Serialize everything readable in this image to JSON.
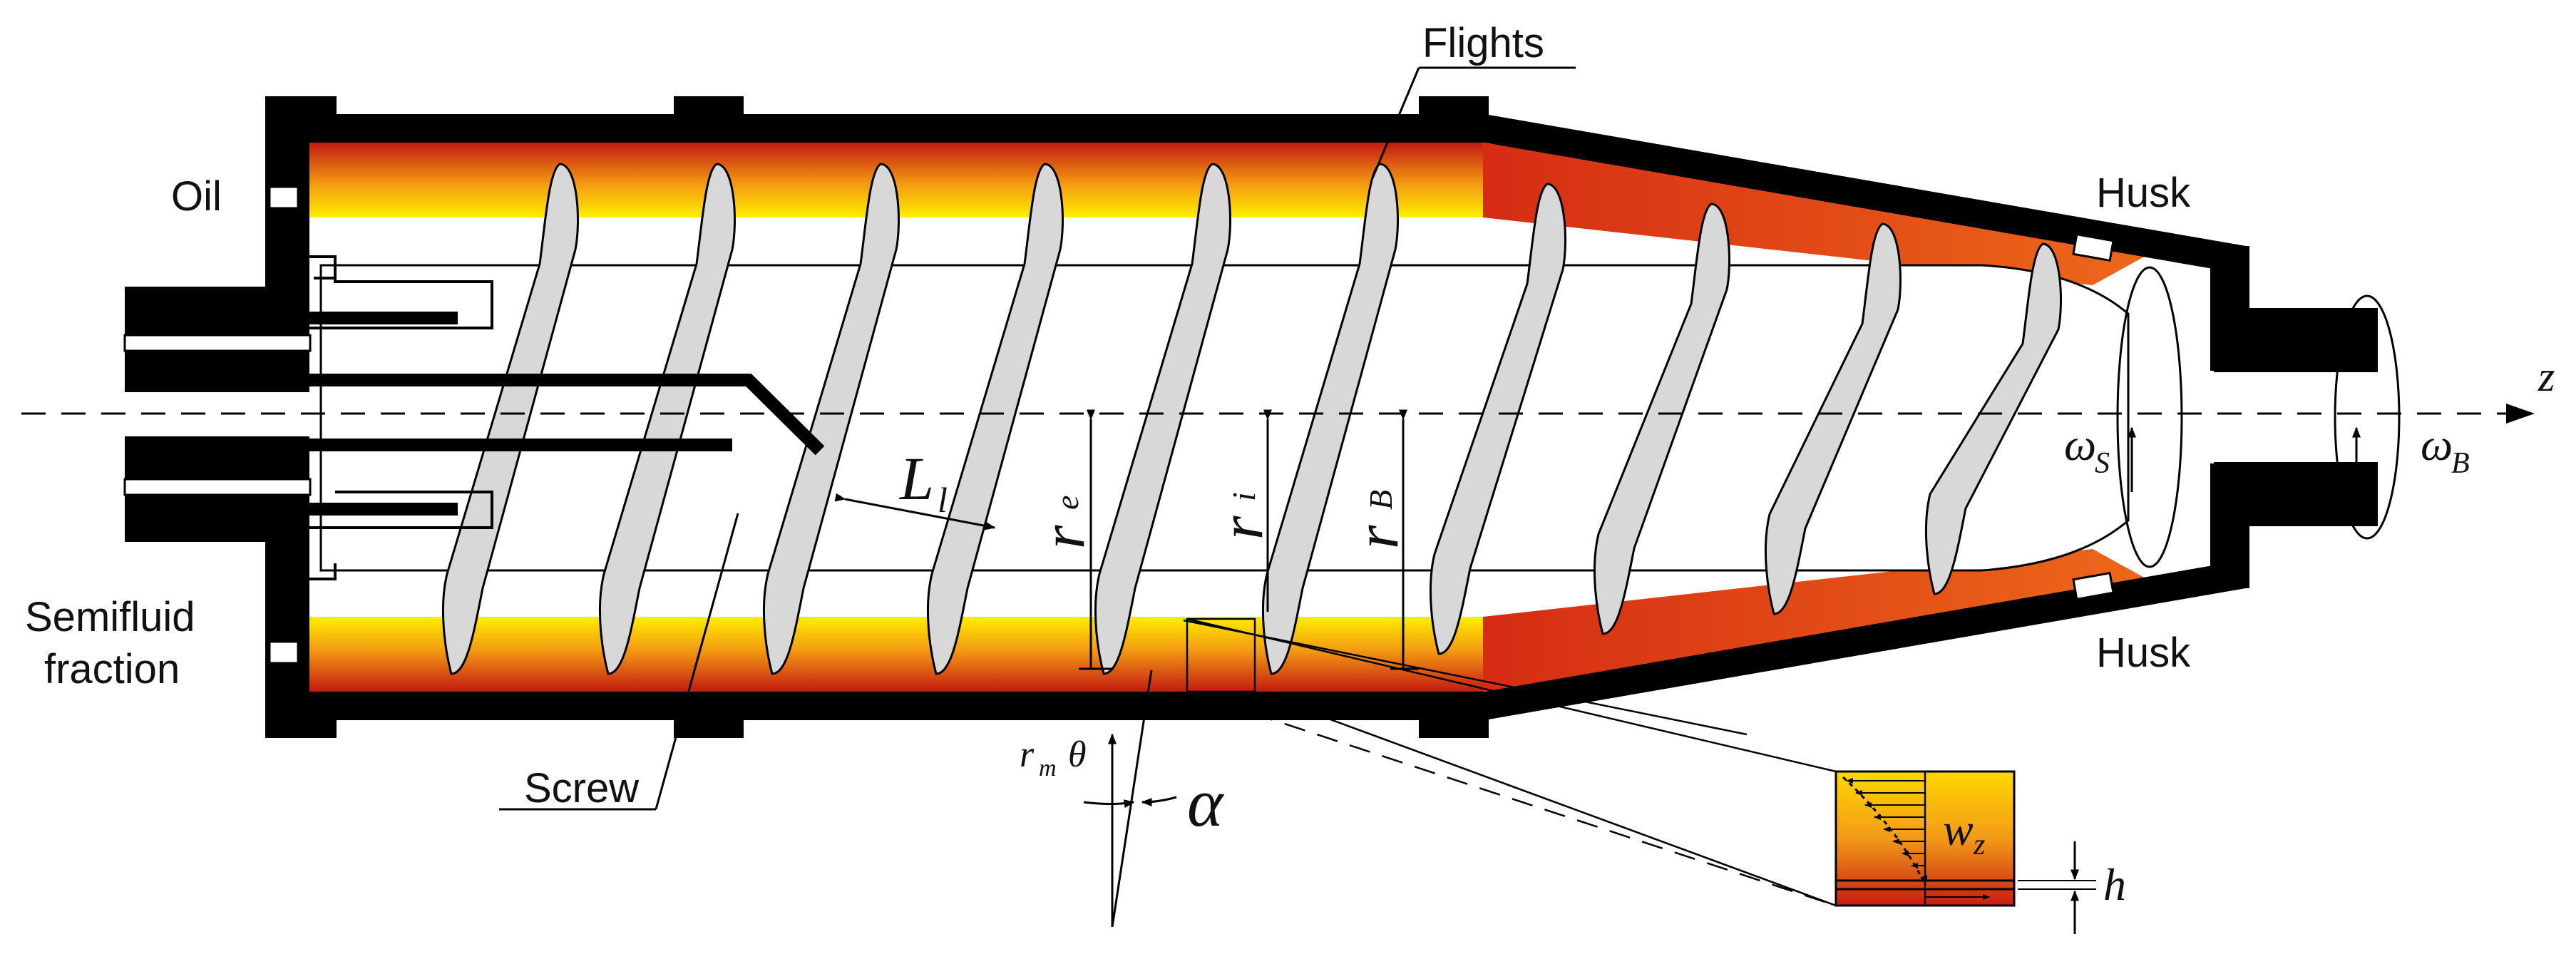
{
  "labels": {
    "flights": "Flights",
    "oil": "Oil",
    "husk_top": "Husk",
    "husk_bottom": "Husk",
    "semifluid_line1": "Semifluid",
    "semifluid_line2": "fraction",
    "screw": "Screw"
  },
  "symbols": {
    "axis_z": "z",
    "omega_s": "ω",
    "omega_s_sub": "S",
    "omega_b": "ω",
    "omega_b_sub": "B",
    "flight_pitch": "L",
    "flight_pitch_sub": "l",
    "radius_e": "r",
    "radius_e_sub": "e",
    "radius_i": "r",
    "radius_i_sub": "i",
    "radius_b": "r",
    "radius_b_sub": "B",
    "circumferential": "r",
    "circumferential_sub": "m",
    "circumferential_theta": "θ",
    "angle_alpha": "α",
    "axial_velocity": "w",
    "axial_velocity_sub": "z",
    "layer_height": "h"
  },
  "colors": {
    "liquid_outer": "#c41a12",
    "liquid_inner": "#ffee00",
    "cone_liquid": "#e0561a",
    "flight_fill": "#d8d8d8",
    "wall": "#000000"
  }
}
